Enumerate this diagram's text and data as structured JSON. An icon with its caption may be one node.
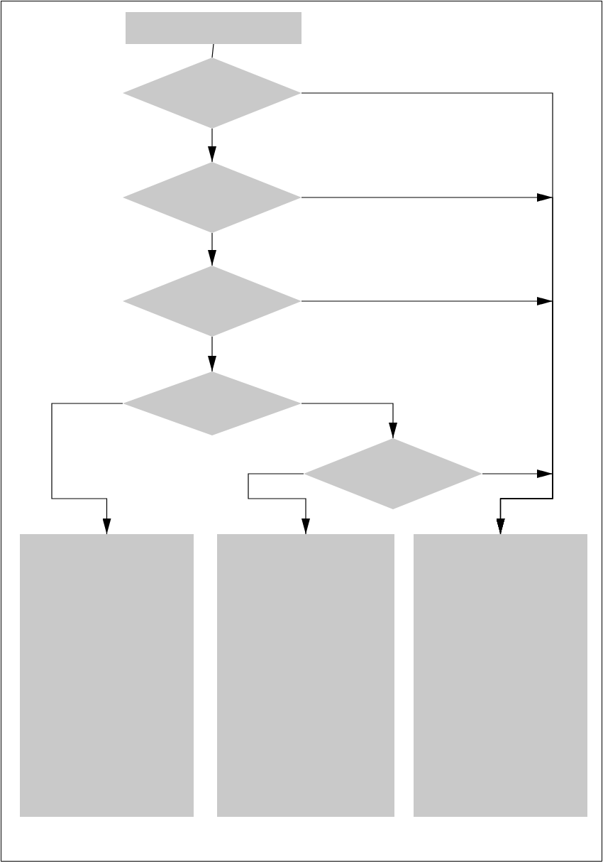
{
  "diagram": {
    "nodes": [
      {
        "text": [],
        "shape": "box"
      },
      {
        "text": [],
        "shape": "diamond"
      },
      {
        "text": [],
        "shape": "diamond"
      },
      {
        "text": [],
        "shape": "diamond"
      },
      {
        "text": [],
        "shape": "diamond"
      },
      {
        "text": [],
        "shape": "diamond"
      },
      {
        "text": [],
        "shape": "box"
      },
      {
        "text": [],
        "shape": "box"
      },
      {
        "text": [],
        "shape": "box"
      }
    ],
    "edges": [
      {
        "from": 0,
        "to": 1,
        "arrow": "none"
      },
      {
        "from": 1,
        "to": 2,
        "arrow": "to"
      },
      {
        "from": 1,
        "to": 8,
        "arrow": "to"
      },
      {
        "from": 2,
        "to": 3,
        "arrow": "to"
      },
      {
        "from": 2,
        "to": 8,
        "arrow": "to"
      },
      {
        "from": 3,
        "to": 4,
        "arrow": "to"
      },
      {
        "from": 3,
        "to": 8,
        "arrow": "to"
      },
      {
        "from": 4,
        "to": 6,
        "arrow": "to"
      },
      {
        "from": 4,
        "to": 5,
        "arrow": "to"
      },
      {
        "from": 5,
        "to": 7,
        "arrow": "to"
      },
      {
        "from": 5,
        "to": 8,
        "arrow": "to"
      }
    ]
  }
}
